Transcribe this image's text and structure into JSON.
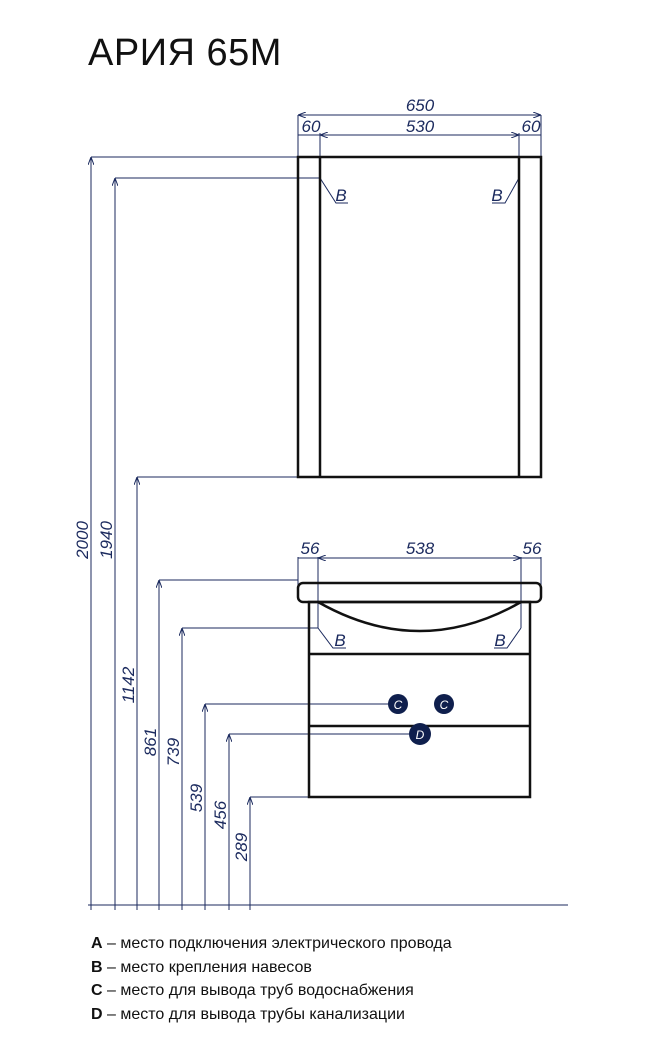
{
  "title": "АРИЯ 65М",
  "colors": {
    "dimension": "#1b2a5e",
    "outline": "#111111",
    "marker": "#0f1f4d"
  },
  "mirror": {
    "width_total": "650",
    "side_left": "60",
    "inner": "530",
    "side_right": "60",
    "mount_label": "B"
  },
  "cabinet": {
    "side_left": "56",
    "inner": "538",
    "side_right": "56",
    "mount_label": "B",
    "water_label": "C",
    "drain_label": "D"
  },
  "heights": [
    "2000",
    "1940",
    "1142",
    "861",
    "739",
    "539",
    "456",
    "289"
  ],
  "legend": [
    {
      "key": "A",
      "text": " – место подключения электрического провода"
    },
    {
      "key": "B",
      "text": " – место крепления навесов"
    },
    {
      "key": "C",
      "text": " – место для вывода труб водоснабжения"
    },
    {
      "key": "D",
      "text": " – место для вывода трубы канализации"
    }
  ]
}
